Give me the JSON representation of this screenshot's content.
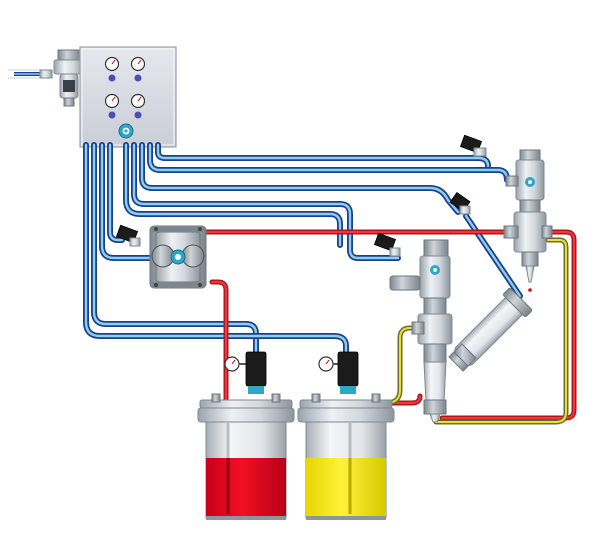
{
  "colors": {
    "air_line": "#1b3f8f",
    "air_line_highlight": "#8ecfe8",
    "red_material": "#e3001b",
    "yellow_material": "#ffee00",
    "control_box": "#d9dce3",
    "stainless": "#c9ced3",
    "solenoid": "#1b1b1b",
    "logo": "#2aa7c9"
  },
  "icons": [
    "air-inlet-hose-icon",
    "filter-regulator-icon",
    "pressure-gauge-icon",
    "brand-logo-icon",
    "solenoid-valve-icon",
    "diaphragm-pump-icon",
    "pressure-tank-icon",
    "two-component-valve-icon",
    "dispense-valve-icon",
    "static-mixer-icon"
  ],
  "components": {
    "control_box_gauges": 4,
    "solenoid_valves": 5,
    "pressure_tanks": 2,
    "tank_1_material": "red",
    "tank_2_material": "yellow"
  }
}
